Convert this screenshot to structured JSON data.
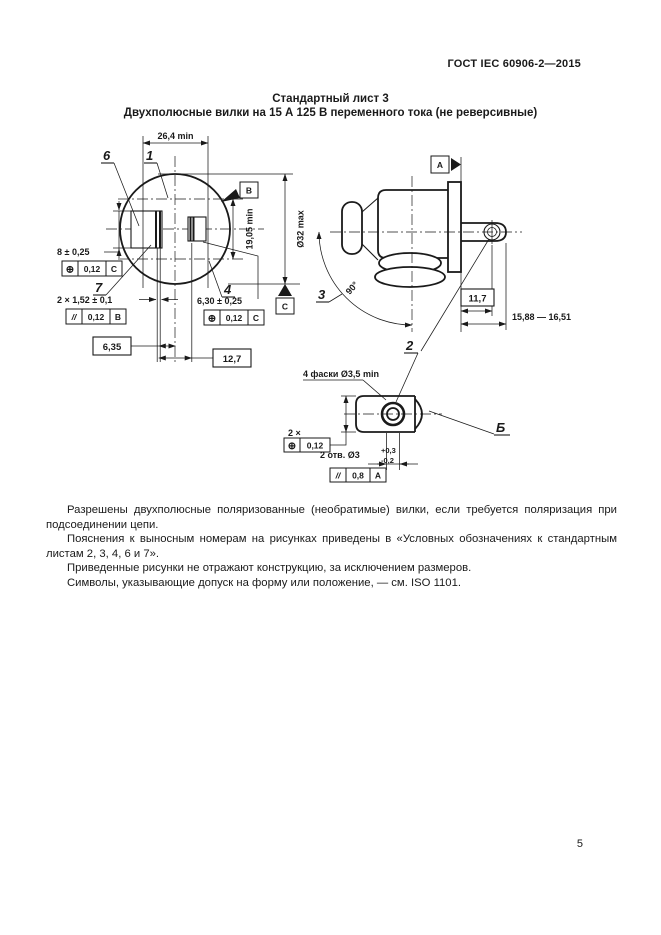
{
  "colors": {
    "ink": "#1a1a1a",
    "paper": "#ffffff"
  },
  "header": {
    "doc_code": "ГОСТ IEC 60906-2—2015"
  },
  "title": {
    "line1": "Стандартный лист 3",
    "line2": "Двухполюсные вилки на 15 А 125 В переменного тока (не реверсивные)"
  },
  "figure": {
    "front": {
      "width_dim": "26,4 min",
      "pin_span_dim": "19,05 min",
      "diameter_dim": "Ø32 max",
      "neutral_pin_width": "8 ± 0,25",
      "tol_neutral": {
        "sym": "⊕",
        "val": "0,12",
        "datum": "C"
      },
      "thickness_dim": "2 × 1,52 ± 0,1",
      "tol_thickness": {
        "sym": "//",
        "val": "0,12",
        "datum": "B"
      },
      "live_pin_width": "6,30 ± 0,25",
      "tol_live": {
        "sym": "⊕",
        "val": "0,12",
        "datum": "C"
      },
      "half_pitch": "6,35",
      "pitch": "12,7",
      "datum_b": "B",
      "datum_c": "C",
      "balloon_1": "1",
      "balloon_4": "4",
      "balloon_6": "6",
      "balloon_7": "7"
    },
    "side": {
      "datum_a": "A",
      "angle": "90°",
      "hole_offset": "11,7",
      "pin_length": "15,88 — 16,51",
      "balloon_3": "3",
      "balloon_2": "2"
    },
    "detail": {
      "chamfers": "4 фаски Ø3,5 min",
      "qty": "2 ×",
      "tol_pos": {
        "sym": "⊕",
        "val": "0,12"
      },
      "holes": "2 отв. Ø3",
      "holes_upper": "+0,3",
      "holes_lower": "-0,2",
      "tol_par": {
        "sym": "//",
        "val": "0,8",
        "datum": "A"
      },
      "view_label": "Б"
    }
  },
  "notes": [
    "Разрешены двухполюсные поляризованные (необратимые) вилки, если требуется поляризация при подсоединении цепи.",
    "Пояснения к выносным номерам на рисунках приведены в «Условных обозначениях к стандартным листам 2, 3, 4, 6 и 7».",
    "Приведенные рисунки не отражают конструкцию, за исключением размеров.",
    "Символы, указывающие допуск на форму или положение, — см. ISO 1101."
  ],
  "page_number": "5"
}
